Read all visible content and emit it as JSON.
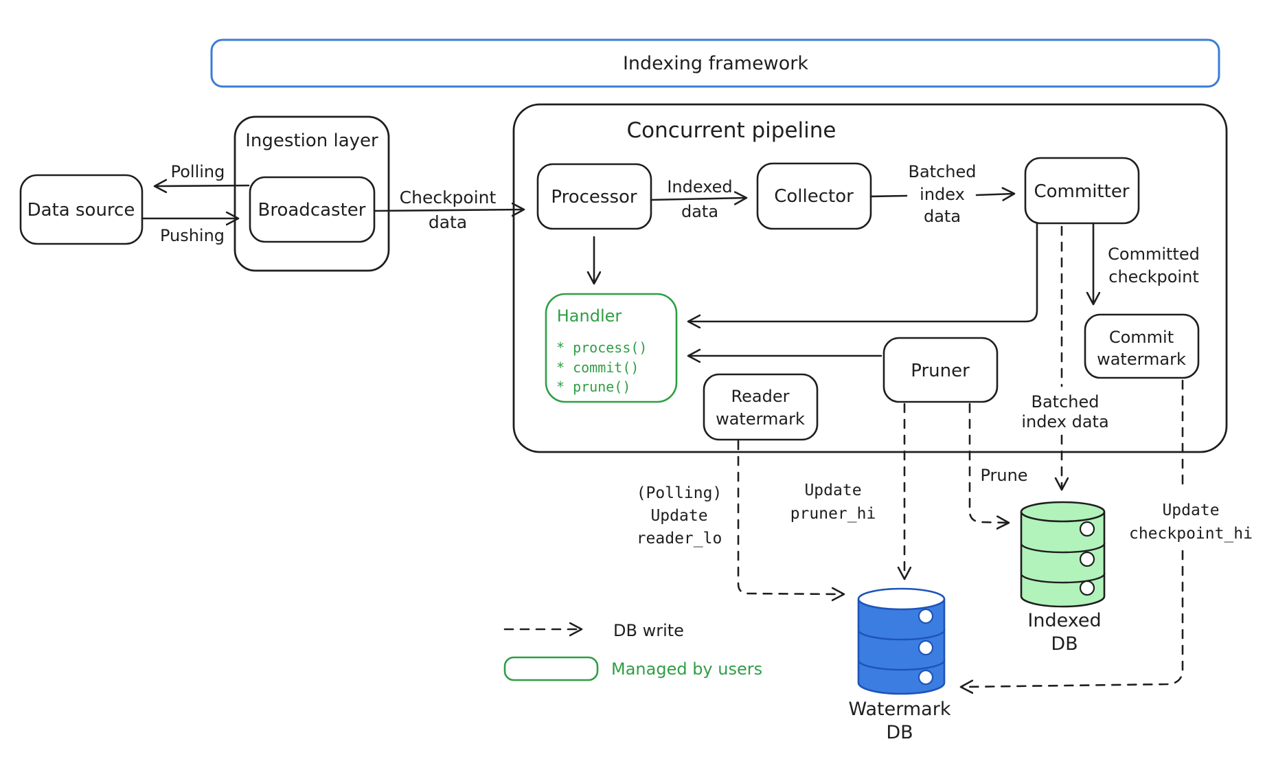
{
  "colors": {
    "ink": "#1e1e1e",
    "blue_frame": "#3a7cd5",
    "green": "#2f9e44",
    "green_db_fill": "#b2f2bb",
    "blue_db_fill": "#3b7de0",
    "blue_db_stroke": "#1d54b8",
    "blue_db_label": "#4a90e0"
  },
  "frame": {
    "title": "Indexing framework"
  },
  "data_source": {
    "label": "Data source"
  },
  "ingestion": {
    "title": "Ingestion layer",
    "broadcaster": "Broadcaster"
  },
  "pipeline": {
    "title": "Concurrent pipeline",
    "processor": "Processor",
    "collector": "Collector",
    "committer": "Committer",
    "pruner": "Pruner",
    "reader_watermark": {
      "line1": "Reader",
      "line2": "watermark"
    },
    "commit_watermark": {
      "line1": "Commit",
      "line2": "watermark"
    },
    "handler": {
      "title": "Handler",
      "methods": [
        "* process()",
        "* commit()",
        "* prune()"
      ]
    }
  },
  "edges": {
    "polling": "Polling",
    "pushing": "Pushing",
    "checkpoint": {
      "line1": "Checkpoint",
      "line2": "data"
    },
    "indexed": {
      "line1": "Indexed",
      "line2": "data"
    },
    "batched_top": {
      "line1": "Batched",
      "line2": "index",
      "line3": "data"
    },
    "committed": {
      "line1": "Committed",
      "line2": "checkpoint"
    },
    "batched_bottom": {
      "line1": "Batched",
      "line2": "index data"
    },
    "prune": "Prune",
    "update_reader": {
      "line1": "(Polling)",
      "line2": "Update",
      "line3": "reader_lo"
    },
    "update_pruner": {
      "line1": "Update",
      "line2": "pruner_hi"
    },
    "update_checkpoint": {
      "line1": "Update",
      "line2": "checkpoint_hi"
    }
  },
  "databases": {
    "watermark": {
      "line1": "Watermark",
      "line2": "DB"
    },
    "indexed": {
      "line1": "Indexed",
      "line2": "DB"
    }
  },
  "legend": {
    "db_write": "DB write",
    "managed_by_users": "Managed by users"
  }
}
